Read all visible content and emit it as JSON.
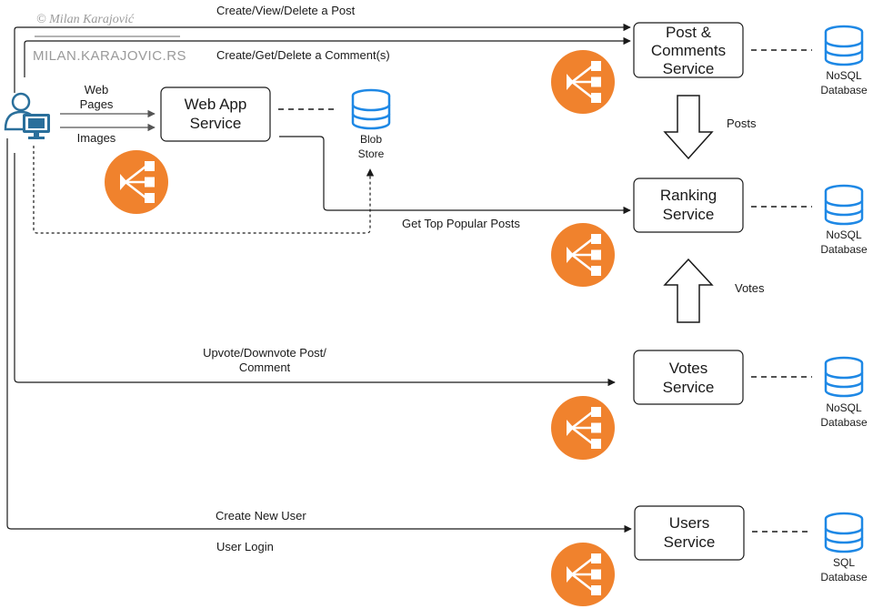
{
  "watermark": {
    "copyright": "©    Milan Karajović",
    "site": "MILAN.KARAJOVIC.RS"
  },
  "services": {
    "post": [
      "Post &",
      "Comments",
      "Service"
    ],
    "webapp": [
      "Web App",
      "Service"
    ],
    "ranking": [
      "Ranking",
      "Service"
    ],
    "votes": [
      "Votes",
      "Service"
    ],
    "users": [
      "Users",
      "Service"
    ]
  },
  "stores": {
    "blob": [
      "Blob",
      "Store"
    ],
    "post_db": [
      "NoSQL",
      "Database"
    ],
    "ranking_db": [
      "NoSQL",
      "Database"
    ],
    "votes_db": [
      "NoSQL",
      "Database"
    ],
    "users_db": [
      "SQL",
      "Database"
    ]
  },
  "edges": {
    "create_post": "Create/View/Delete a Post",
    "create_comment": "Create/Get/Delete a Comment(s)",
    "web_pages": [
      "Web",
      "Pages"
    ],
    "images": "Images",
    "get_top": "Get Top Popular Posts",
    "posts": "Posts",
    "votes": "Votes",
    "upvote": [
      "Upvote/Downvote Post/",
      "Comment"
    ],
    "create_user": "Create New User",
    "user_login": "User Login"
  },
  "colors": {
    "load_balancer": "#f0822d",
    "database": "#1e88e5",
    "user_icon": "#2a6f9b"
  },
  "icons": {
    "user": "user-computer-icon",
    "load_balancer": "load-balancer-icon",
    "database": "database-icon"
  }
}
